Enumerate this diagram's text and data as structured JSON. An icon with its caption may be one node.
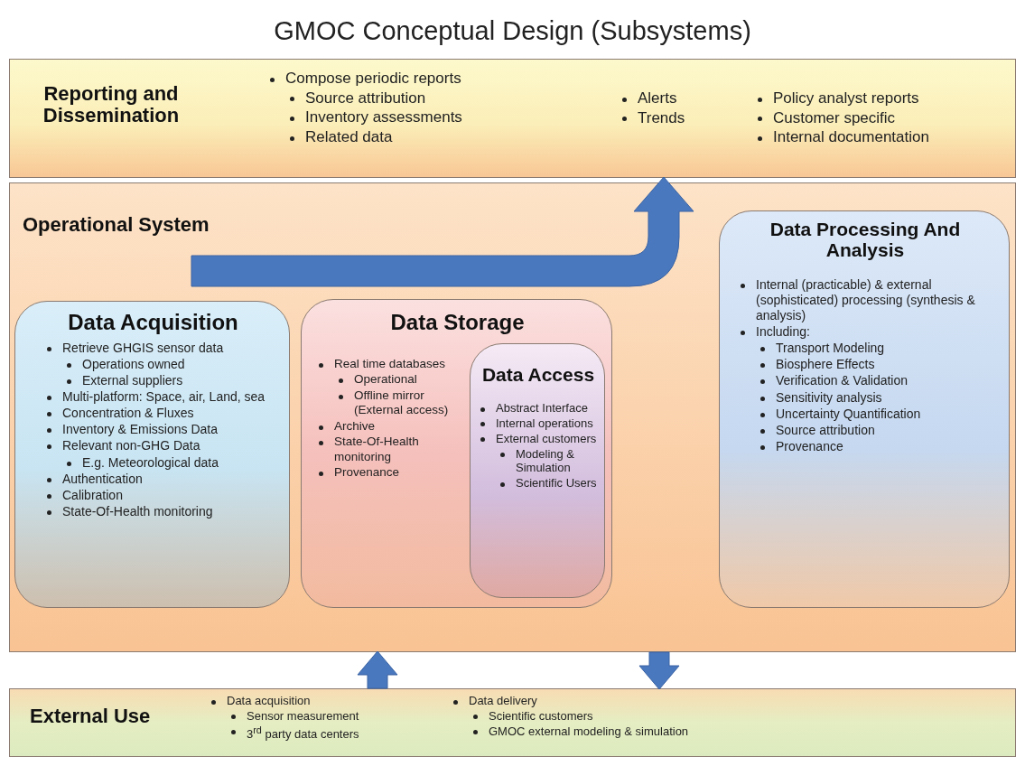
{
  "diagram": {
    "title": "GMOC Conceptual Design (Subsystems)",
    "nodes": [
      {
        "text": [
          "Reporting and Dissemination",
          "Compose periodic reports",
          "Source attribution",
          "Inventory assessments",
          "Related data",
          "Alerts",
          "Trends",
          "Policy analyst reports",
          "Customer specific",
          "Internal documentation"
        ]
      },
      {
        "text": [
          "Operational System"
        ]
      },
      {
        "text": [
          "Data Acquisition",
          "Retrieve GHGIS sensor data",
          "Operations owned",
          "External suppliers",
          "Multi-platform: Space, air, Land, sea",
          "Concentration & Fluxes",
          "Inventory & Emissions Data",
          "Relevant non-GHG Data",
          "E.g. Meteorological data",
          "Authentication",
          "Calibration",
          "State-Of-Health monitoring"
        ],
        "in": 1
      },
      {
        "text": [
          "Data Storage",
          "Real time databases",
          "Operational",
          "Offline mirror (External access)",
          "Archive",
          "State-Of-Health monitoring",
          "Provenance"
        ],
        "in": 1
      },
      {
        "text": [
          "Data Access",
          "Abstract Interface",
          "Internal operations",
          "External customers",
          "Modeling & Simulation",
          "Scientific Users"
        ],
        "in": 3
      },
      {
        "text": [
          "Data Processing And Analysis",
          "Internal (practicable) & external (sophisticated) processing (synthesis & analysis)",
          "Including:",
          "Transport Modeling",
          "Biosphere Effects",
          "Verification & Validation",
          "Sensitivity analysis",
          "Uncertainty Quantification",
          "Source attribution",
          "Provenance"
        ],
        "in": 1
      },
      {
        "text": [
          "External Use",
          "Data acquisition",
          "Sensor measurement",
          "3$^{rd}$ party data centers",
          "Data delivery",
          "Scientific customers",
          "GMOC external modeling & simulation"
        ]
      }
    ],
    "edges": [
      {
        "from": 1,
        "to": 0,
        "arrow": "to"
      },
      {
        "from": 6,
        "to": 1,
        "arrow": "to"
      },
      {
        "from": 1,
        "to": 6,
        "arrow": "to"
      }
    ]
  }
}
